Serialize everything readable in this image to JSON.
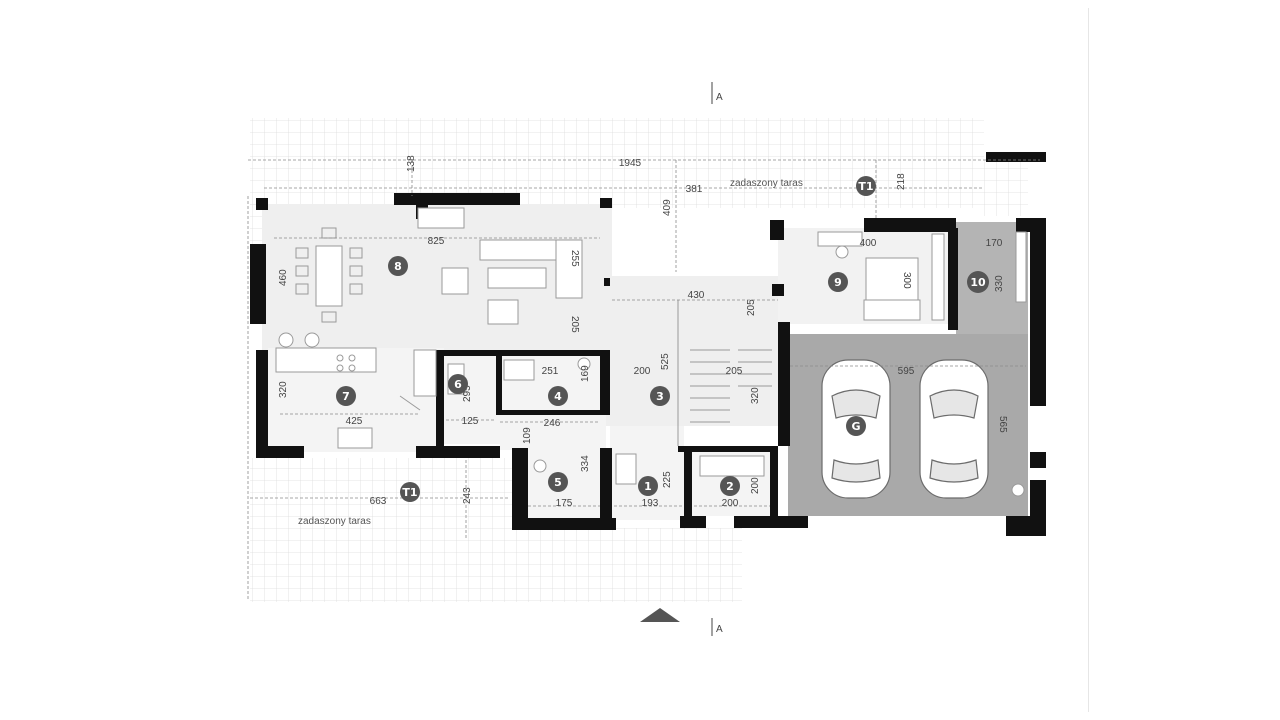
{
  "section_marker": "A",
  "terrace_label": "zadaszony taras",
  "terrace_badge": "T1",
  "rooms": [
    {
      "id": "1"
    },
    {
      "id": "2"
    },
    {
      "id": "3"
    },
    {
      "id": "4"
    },
    {
      "id": "5"
    },
    {
      "id": "6"
    },
    {
      "id": "7"
    },
    {
      "id": "8"
    },
    {
      "id": "9"
    },
    {
      "id": "10"
    },
    {
      "id": "G"
    }
  ],
  "dimensions": {
    "top_total": "1945",
    "terrace_top_depth": "138",
    "terrace_top_width": "381",
    "terrace_top_depth_right": "218",
    "hall_depth": "409",
    "living_width": "825",
    "living_depth_left": "460",
    "living_sofa": "255",
    "living_gap": "205",
    "hall_width": "430",
    "hall_gap": "205",
    "room9_width": "400",
    "room9_depth": "300",
    "room10_width": "170",
    "room10_depth": "330",
    "garage_width": "595",
    "garage_depth": "565",
    "kitchen_depth": "320",
    "kitchen_width": "425",
    "room6_depth": "295",
    "room6_width": "125",
    "room4_width": "251",
    "room4_depth": "169",
    "corridor_width": "200",
    "corridor_depth": "525",
    "stairs_width": "205",
    "stairs_depth": "320",
    "room5_top": "246",
    "room5_left": "109",
    "room5_depth": "334",
    "room5_width": "175",
    "room1_width": "193",
    "room1_depth": "225",
    "room2_width": "200",
    "room2_depth": "200",
    "terrace_bottom_width": "663",
    "terrace_bottom_depth": "243"
  },
  "colors": {
    "wall": "#111111",
    "floor": "#efefef",
    "garage_floor": "#a9a9a9",
    "room10_floor": "#b4b4b4",
    "badge": "#555555",
    "grid": "#dcdcdc"
  }
}
